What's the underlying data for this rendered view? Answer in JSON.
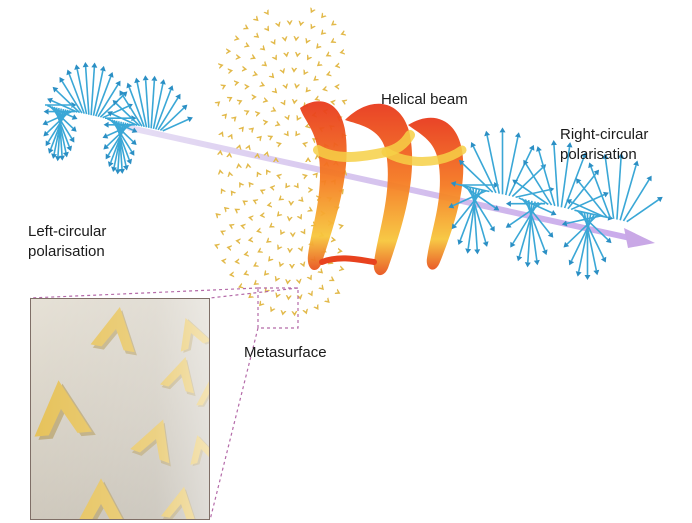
{
  "labels": {
    "left_polarisation_line1": "Left-circular",
    "left_polarisation_line2": "polarisation",
    "right_polarisation_line1": "Right-circular",
    "right_polarisation_line2": "polarisation",
    "helical_beam": "Helical beam",
    "metasurface": "Metasurface"
  },
  "colors": {
    "polarisation_arrows": "#3aa7d6",
    "beam_axis": "#c9a8e6",
    "helix_outer": "#e8421e",
    "helix_inner": "#f5c542",
    "meta_atoms": "#e2b94a",
    "inset_bg": "#d8d3c8",
    "inset_border": "#b46aa8"
  }
}
